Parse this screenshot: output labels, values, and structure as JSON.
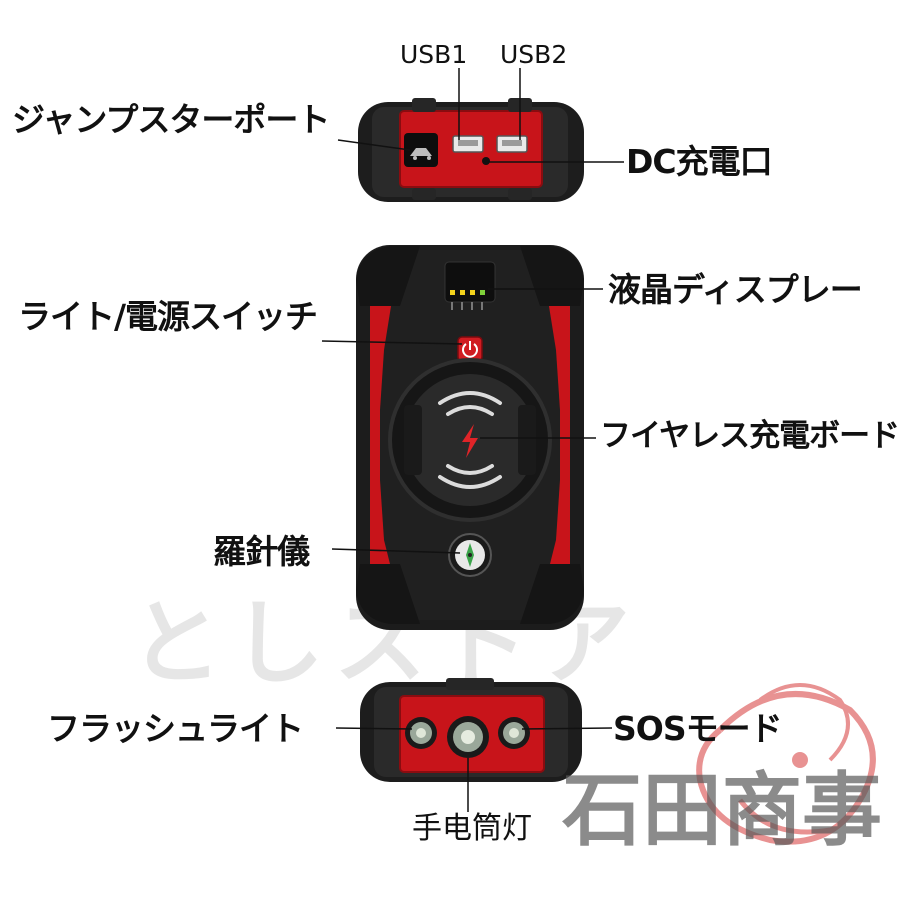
{
  "labels": {
    "usb1": "USB1",
    "usb2": "USB2",
    "jump_starter_port": "ジャンプスターポート",
    "dc_charging_port": "DC充電口",
    "lcd_display": "液晶ディスプレー",
    "light_power_switch": "ライト/電源スイッチ",
    "wireless_charging_board": "フイヤレス充電ボード",
    "compass": "羅針儀",
    "flashlight": "フラッシュライト",
    "sos_mode": "SOSモード",
    "flashlight_cn": "手电筒灯"
  },
  "watermark": {
    "shop_name": "としストア",
    "seal_text": "石田商事"
  },
  "colors": {
    "device_red": "#c8141a",
    "device_black": "#1c1c1c",
    "led_yellow": "#f2d21c",
    "led_green": "#7fd13a",
    "seal_red": "#d63a3a"
  },
  "icons": [
    "car-battery-icon",
    "usb-port-icon",
    "power-icon",
    "wireless-charging-icon",
    "lightning-bolt-icon",
    "compass-icon"
  ]
}
